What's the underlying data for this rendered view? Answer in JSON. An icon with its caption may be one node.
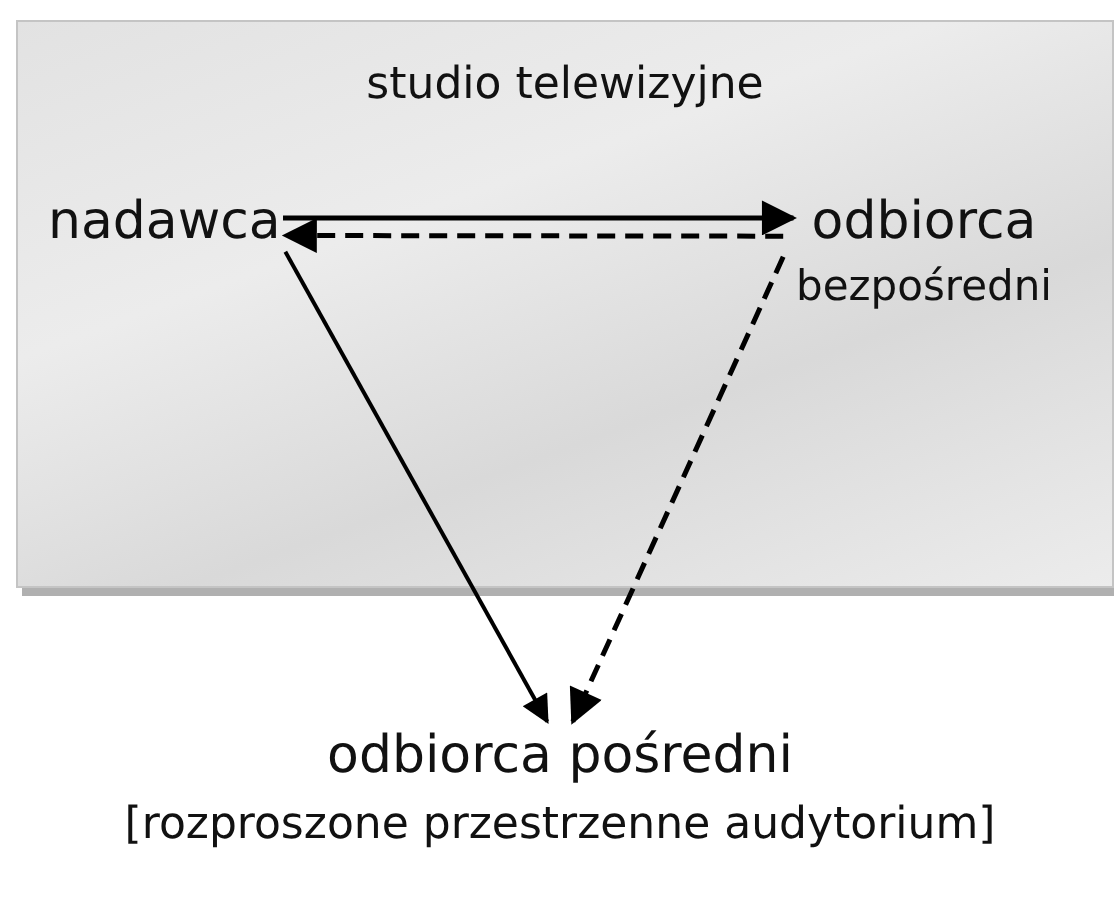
{
  "diagram": {
    "nodes": [
      {
        "text": [
          "studio telewizyjne"
        ]
      },
      {
        "text": [
          "nadawca"
        ],
        "in": 0
      },
      {
        "text": [
          "odbiorca",
          "bezpośredni"
        ],
        "in": 0
      },
      {
        "text": [
          "odbiorca pośredni",
          "[rozproszone przestrzenne audytorium]"
        ]
      }
    ],
    "edges": [
      {
        "from": 1,
        "to": 2,
        "arrow": "to"
      },
      {
        "from": 2,
        "to": 1,
        "arrow": "to",
        "style": "dashed"
      },
      {
        "from": 1,
        "to": 3,
        "arrow": "to"
      },
      {
        "from": 2,
        "to": 3,
        "arrow": "to",
        "style": "dashed"
      }
    ]
  }
}
